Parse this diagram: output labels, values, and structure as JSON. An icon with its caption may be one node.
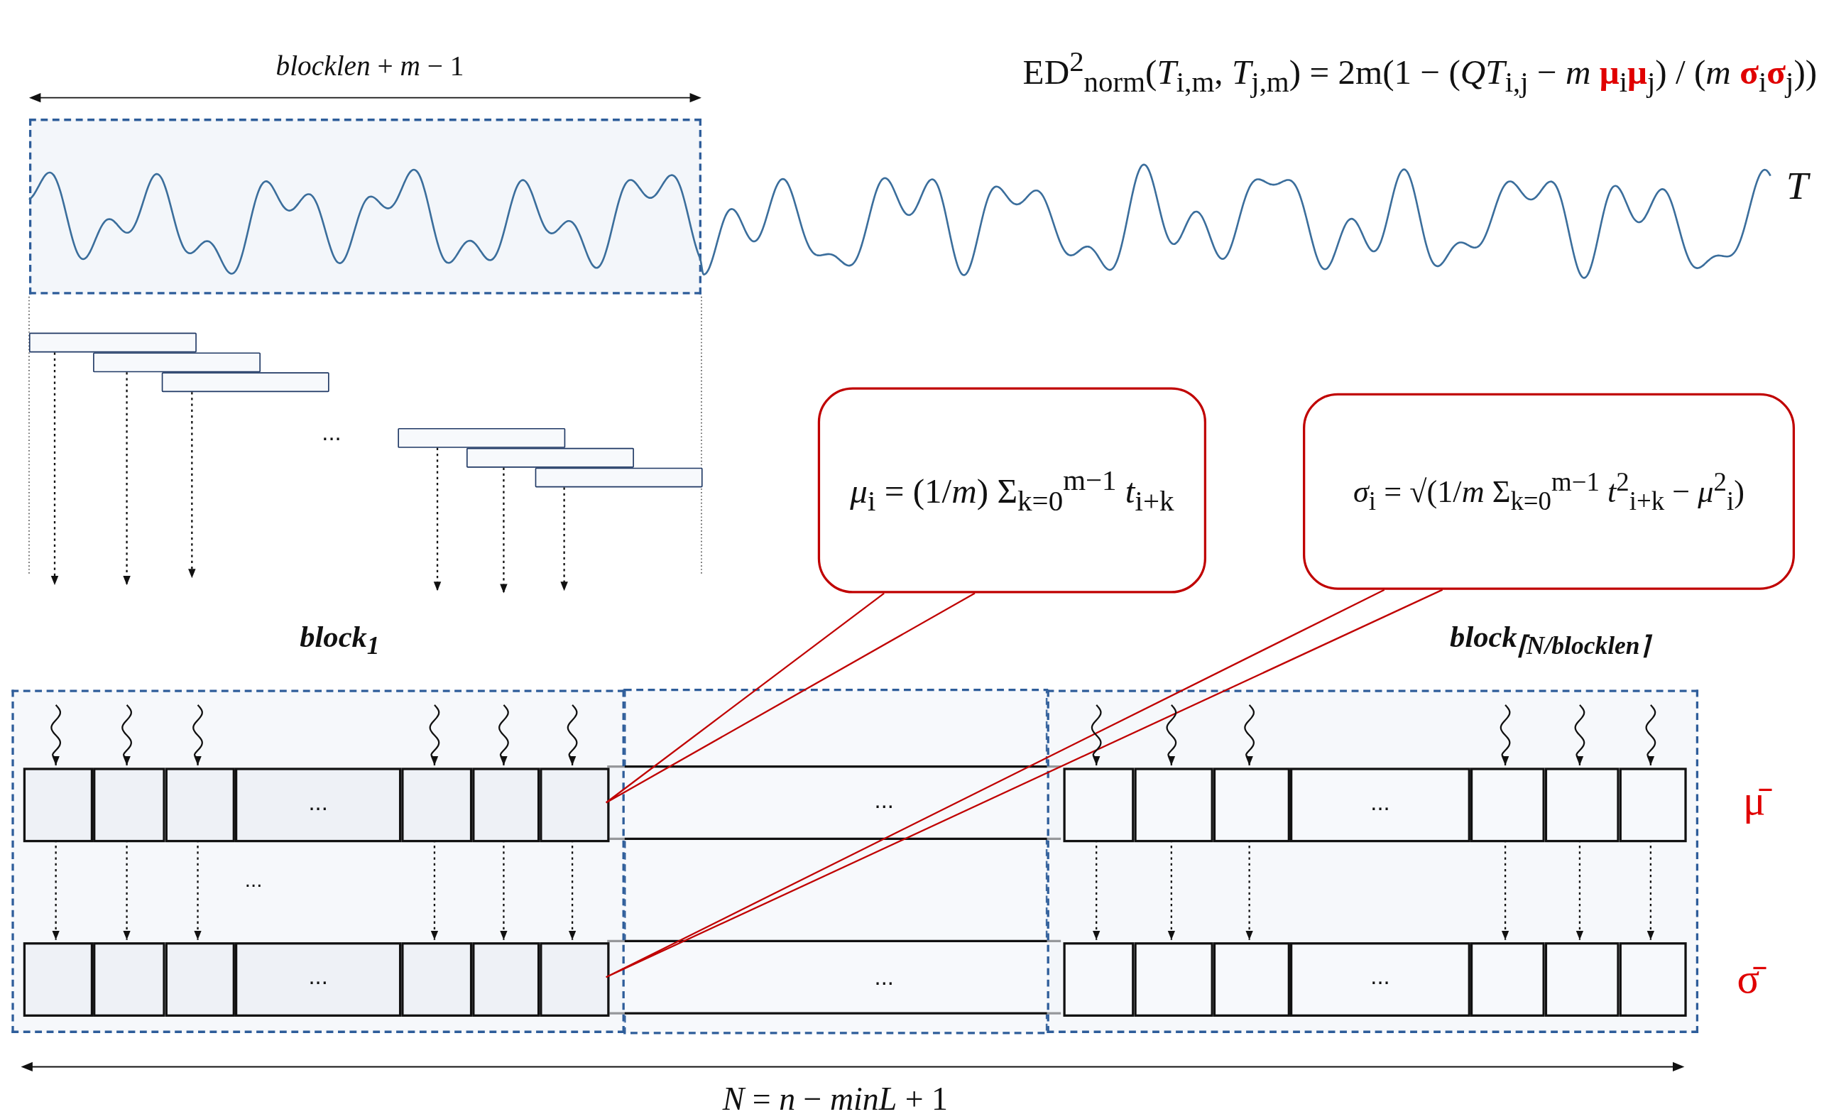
{
  "diagram": {
    "nodes": [
      {
        "text": [],
        "shape": "box"
      },
      {
        "text": [],
        "shape": "bar"
      },
      {
        "text": [],
        "shape": "bar"
      },
      {
        "text": [],
        "shape": "bar"
      },
      {
        "text": [],
        "shape": "bar"
      },
      {
        "text": [],
        "shape": "bar"
      },
      {
        "text": [],
        "shape": "bar"
      },
      {
        "text": [
          "*μ*$_{i}$ = (1/*m*) Σ$_{k=0}$$^{m−1}$ *t*$_{i+k}$"
        ]
      },
      {
        "text": [
          "*σ*$_{i}$ = √(1/*m* Σ$_{k=0}$$^{m−1}$ *t*$^{2}$$_{i+k}$ − *μ*$^{2}$$_{i}$)"
        ]
      },
      {
        "text": [
          "block$_{1}$"
        ]
      },
      {
        "text": [],
        "shape": "box",
        "in": 9
      },
      {
        "text": [],
        "shape": "box",
        "in": 9
      },
      {
        "text": [],
        "shape": "box",
        "in": 9
      },
      {
        "text": [
          "..."
        ],
        "in": 9
      },
      {
        "text": [],
        "shape": "box",
        "in": 9
      },
      {
        "text": [],
        "shape": "box",
        "in": 9
      },
      {
        "text": [],
        "shape": "box",
        "in": 9
      },
      {
        "text": [],
        "shape": "box",
        "in": 9
      },
      {
        "text": [],
        "shape": "box",
        "in": 9
      },
      {
        "text": [],
        "shape": "box",
        "in": 9
      },
      {
        "text": [
          "..."
        ],
        "in": 9
      },
      {
        "text": [],
        "shape": "box",
        "in": 9
      },
      {
        "text": [],
        "shape": "box",
        "in": 9
      },
      {
        "text": [],
        "shape": "box",
        "in": 9
      },
      {
        "text": [
          "block$_{⌈N/blocklen⌉}$"
        ]
      },
      {
        "text": [],
        "shape": "box",
        "in": 24
      },
      {
        "text": [],
        "shape": "box",
        "in": 24
      },
      {
        "text": [],
        "shape": "box",
        "in": 24
      },
      {
        "text": [
          "..."
        ],
        "in": 24
      },
      {
        "text": [],
        "shape": "box",
        "in": 24
      },
      {
        "text": [],
        "shape": "box",
        "in": 24
      },
      {
        "text": [],
        "shape": "box",
        "in": 24
      },
      {
        "text": [],
        "shape": "box",
        "in": 24
      },
      {
        "text": [],
        "shape": "box",
        "in": 24
      },
      {
        "text": [],
        "shape": "box",
        "in": 24
      },
      {
        "text": [
          "..."
        ],
        "in": 24
      },
      {
        "text": [],
        "shape": "box",
        "in": 24
      },
      {
        "text": [],
        "shape": "box",
        "in": 24
      },
      {
        "text": [],
        "shape": "box",
        "in": 24
      }
    ],
    "edges": [
      {
        "from": 7,
        "to": 16,
        "arrow": "none",
        "color": "#c00000"
      },
      {
        "from": 8,
        "to": 23,
        "arrow": "none",
        "color": "#c00000"
      },
      {
        "from": 1,
        "to": null,
        "arrow": "to",
        "style": "dashed"
      },
      {
        "from": 2,
        "to": null,
        "arrow": "to",
        "style": "dashed"
      },
      {
        "from": 3,
        "to": null,
        "arrow": "to",
        "style": "dashed"
      },
      {
        "from": 4,
        "to": null,
        "arrow": "to",
        "style": "dashed"
      },
      {
        "from": 5,
        "to": null,
        "arrow": "to",
        "style": "dashed"
      },
      {
        "from": 6,
        "to": null,
        "arrow": "to",
        "style": "dashed"
      },
      {
        "from": null,
        "to": 10,
        "arrow": "to"
      },
      {
        "from": null,
        "to": 11,
        "arrow": "to"
      },
      {
        "from": null,
        "to": 12,
        "arrow": "to"
      },
      {
        "from": null,
        "to": 14,
        "arrow": "to"
      },
      {
        "from": null,
        "to": 15,
        "arrow": "to"
      },
      {
        "from": null,
        "to": 16,
        "arrow": "to"
      },
      {
        "from": null,
        "to": 25,
        "arrow": "to"
      },
      {
        "from": null,
        "to": 26,
        "arrow": "to"
      },
      {
        "from": null,
        "to": 27,
        "arrow": "to"
      },
      {
        "from": null,
        "to": 29,
        "arrow": "to"
      },
      {
        "from": null,
        "to": 30,
        "arrow": "to"
      },
      {
        "from": null,
        "to": 31,
        "arrow": "to"
      },
      {
        "from": 10,
        "to": 17,
        "arrow": "to",
        "style": "dashed"
      },
      {
        "from": 11,
        "to": 18,
        "arrow": "to",
        "style": "dashed"
      },
      {
        "from": 12,
        "to": 19,
        "arrow": "to",
        "style": "dashed"
      },
      {
        "from": 14,
        "to": 21,
        "arrow": "to",
        "style": "dashed"
      },
      {
        "from": 15,
        "to": 22,
        "arrow": "to",
        "style": "dashed"
      },
      {
        "from": 16,
        "to": 23,
        "arrow": "to",
        "style": "dashed"
      },
      {
        "from": 25,
        "to": 32,
        "arrow": "to",
        "style": "dashed"
      },
      {
        "from": 26,
        "to": 33,
        "arrow": "to",
        "style": "dashed"
      },
      {
        "from": 27,
        "to": 34,
        "arrow": "to",
        "style": "dashed"
      },
      {
        "from": 29,
        "to": 36,
        "arrow": "to",
        "style": "dashed"
      },
      {
        "from": 30,
        "to": 37,
        "arrow": "to",
        "style": "dashed"
      },
      {
        "from": 31,
        "to": 38,
        "arrow": "to",
        "style": "dashed"
      }
    ],
    "labels": [
      "*blocklen* + *m* − 1",
      "ED$^{2}$$_{norm}$(*T*$_{i,m}$, *T*$_{j,m}$) = 2m(1 − (*QT*$_{i,j}$ − *m* **μ**$_{i}$**μ**$_{j}$) / (*m* **σ**$_{i}$**σ**$_{j}$))",
      "T",
      "...",
      "...",
      "μ̄",
      "...",
      "...",
      "σ̄",
      "*N* = *n* − *minL* + 1"
    ]
  }
}
